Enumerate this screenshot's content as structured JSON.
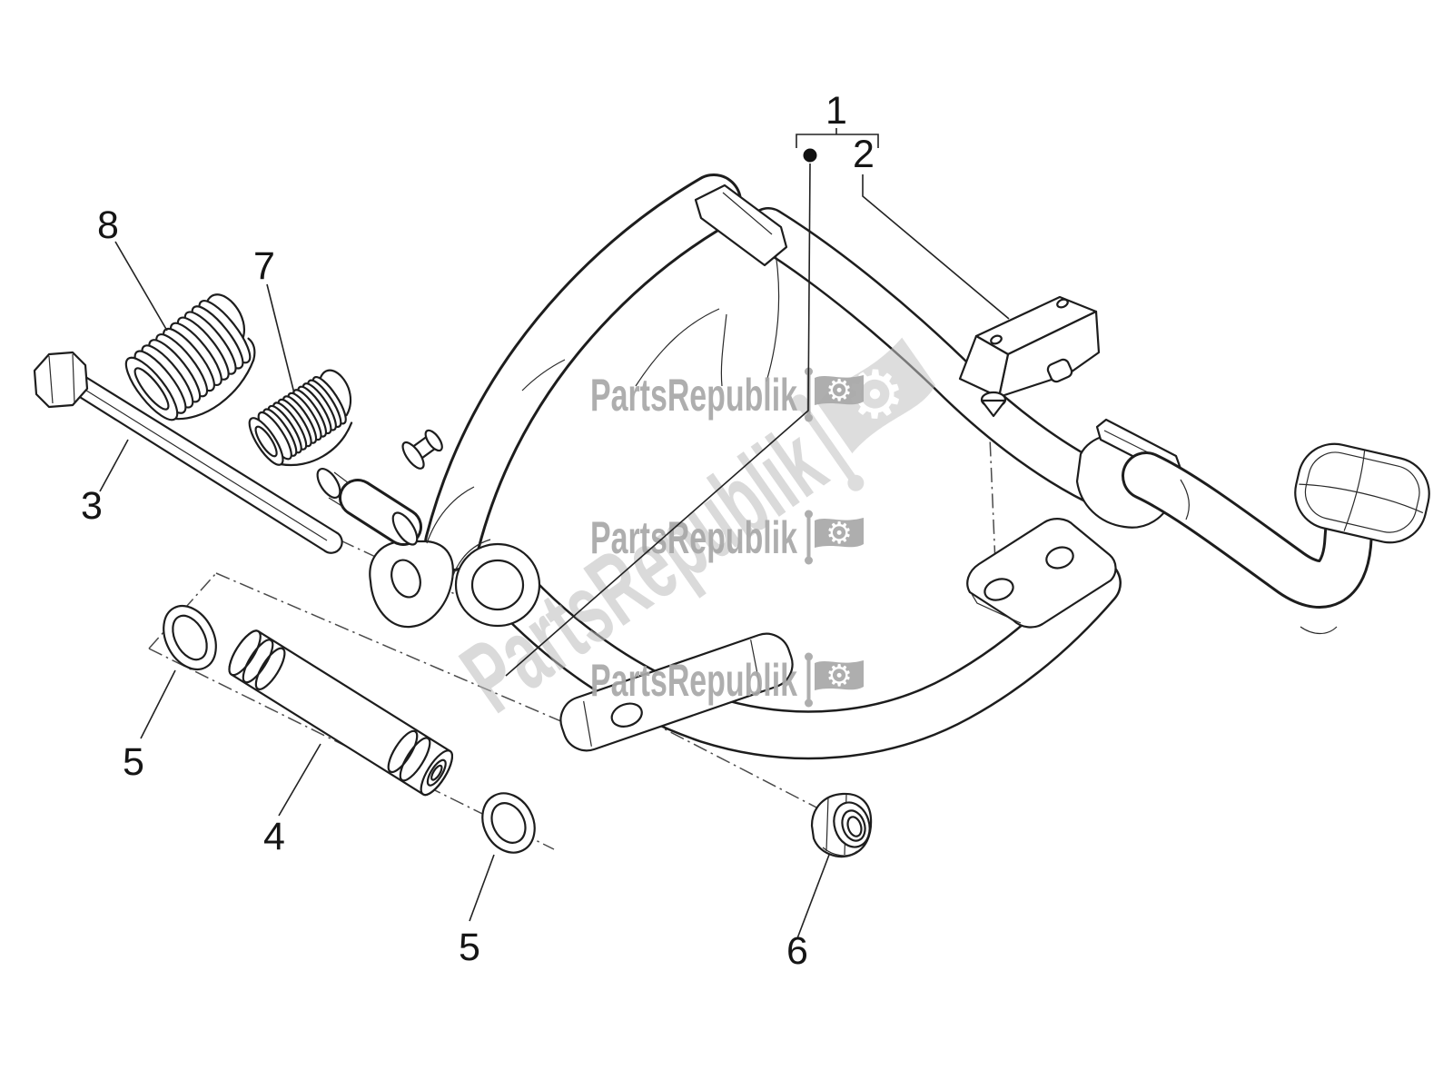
{
  "diagram": {
    "background": "#ffffff",
    "colors": {
      "line": "#1d1d1d",
      "label": "#151515",
      "watermark_small": "#a8a8a8",
      "watermark_large": "#c3c3c3",
      "axis_line": "#4a4a4a"
    },
    "callouts": [
      {
        "part": "1",
        "label": "1"
      },
      {
        "part": "2",
        "label": "2"
      },
      {
        "part": "3",
        "label": "3"
      },
      {
        "part": "4",
        "label": "4"
      },
      {
        "part": "5",
        "label": "5"
      },
      {
        "part": "5",
        "label": "5"
      },
      {
        "part": "6",
        "label": "6"
      },
      {
        "part": "7",
        "label": "7"
      },
      {
        "part": "8",
        "label": "8"
      }
    ],
    "watermarks": {
      "gear_glyph": "⚙",
      "instances": [
        {
          "text": "PartsRepublik",
          "style": "horizontal"
        },
        {
          "text": "PartsRepublik",
          "style": "horizontal"
        },
        {
          "text": "PartsRepublik",
          "style": "horizontal"
        },
        {
          "text": "PartsRepublik",
          "style": "diagonal-large"
        }
      ]
    }
  }
}
